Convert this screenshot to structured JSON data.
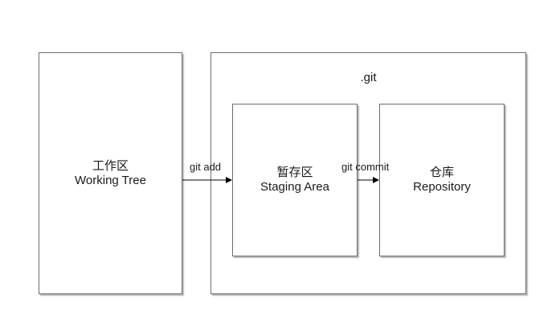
{
  "working_tree": {
    "label_cn": "工作区",
    "label_en": "Working Tree"
  },
  "git_dir": {
    "title": ".git"
  },
  "staging": {
    "label_cn": "暂存区",
    "label_en": "Staging Area"
  },
  "repository": {
    "label_cn": "仓库",
    "label_en": "Repository"
  },
  "edges": {
    "git_add": "git add",
    "git_commit": "git commit"
  },
  "colors": {
    "border": "#6d6d6d",
    "arrow": "#000000"
  }
}
